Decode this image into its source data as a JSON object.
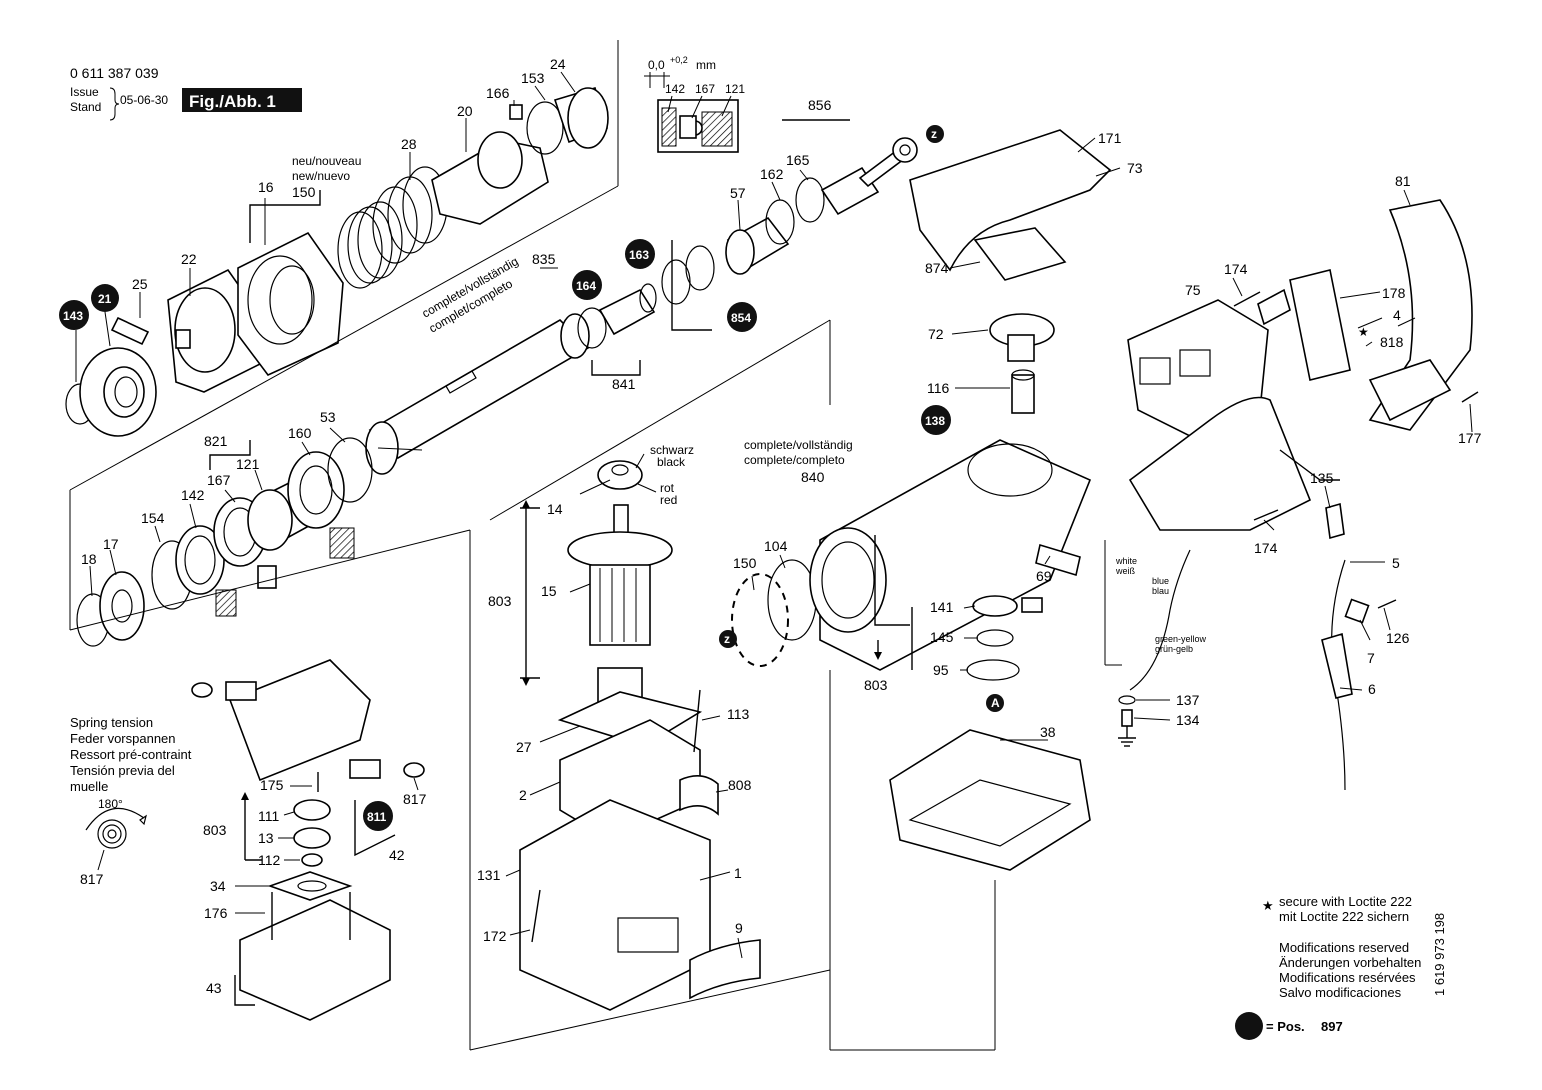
{
  "header": {
    "part_number": "0 611 387 039",
    "issue_label_1": "Issue",
    "issue_label_2": "Stand",
    "issue_date": "05-06-30",
    "figure_label": "Fig./Abb. 1"
  },
  "detail": {
    "tolerance": "0,0",
    "tolerance_plus": "+0,2",
    "tolerance_unit": "mm",
    "parts": [
      "142",
      "167",
      "121"
    ]
  },
  "labels": {
    "n1": "1",
    "n2": "2",
    "n4": "4",
    "n5": "5",
    "n6": "6",
    "n7": "7",
    "n9": "9",
    "n13": "13",
    "n14": "14",
    "n15": "15",
    "n16": "16",
    "n17": "17",
    "n18": "18",
    "n20": "20",
    "n22": "22",
    "n24": "24",
    "n25": "25",
    "n27": "27",
    "n28": "28",
    "n34": "34",
    "n38": "38",
    "n42": "42",
    "n43": "43",
    "n53": "53",
    "n57": "57",
    "n69": "69",
    "n72": "72",
    "n73": "73",
    "n75": "75",
    "n81": "81",
    "n95": "95",
    "n104": "104",
    "n111": "111",
    "n112": "112",
    "n113": "113",
    "n116": "116",
    "n121": "121",
    "n126": "126",
    "n131": "131",
    "n134": "134",
    "n135": "135",
    "n137": "137",
    "n141": "141",
    "n142": "142",
    "n145": "145",
    "n150a": "150",
    "n150b": "150",
    "n153": "153",
    "n154": "154",
    "n160": "160",
    "n162": "162",
    "n165": "165",
    "n166": "166",
    "n167": "167",
    "n171": "171",
    "n172": "172",
    "n174a": "174",
    "n174b": "174",
    "n175": "175",
    "n176": "176",
    "n177": "177",
    "n178": "178",
    "n803a": "803",
    "n803b": "803",
    "n803c": "803",
    "n808": "808",
    "n817a": "817",
    "n817b": "817",
    "n818": "818",
    "n821": "821",
    "n835": "835",
    "n840": "840",
    "n841": "841",
    "n856": "856",
    "n874": "874"
  },
  "badges": {
    "b143": "143",
    "b21": "21",
    "b164": "164",
    "b163": "163",
    "b854": "854",
    "b138": "138",
    "b811": "811",
    "bz1": "z",
    "bz2": "z",
    "bA": "A"
  },
  "texts": {
    "neu_1": "neu/nouveau",
    "neu_2": "new/nuevo",
    "complete_a1": "complete/vollständig",
    "complete_a2": "complet/completo",
    "complete_b1": "complete/vollständig",
    "complete_b2": "complete/completo",
    "schwarz": "schwarz",
    "black": "black",
    "rot": "rot",
    "red": "red",
    "white": "white",
    "weiss": "weiß",
    "blue": "blue",
    "blau": "blau",
    "green_yellow": "green-yellow",
    "grun_gelb": "grün-gelb",
    "spring_1": "Spring tension",
    "spring_2": "Feder vorspannen",
    "spring_3": "Ressort pré-contraint",
    "spring_4": "Tensión previa del",
    "spring_5": "muelle",
    "angle": "180°"
  },
  "footer": {
    "star": "★",
    "loctite_1": "secure with Loctite 222",
    "loctite_2": "mit Loctite 222 sichern",
    "mod_1": "Modifications reserved",
    "mod_2": "Änderungen vorbehalten",
    "mod_3": "Modifications resérvées",
    "mod_4": "Salvo modificaciones",
    "pos_label": "= Pos.",
    "pos_number": "897",
    "doc_number": "1 619 973 198",
    "loctite_star_marker": "★"
  }
}
